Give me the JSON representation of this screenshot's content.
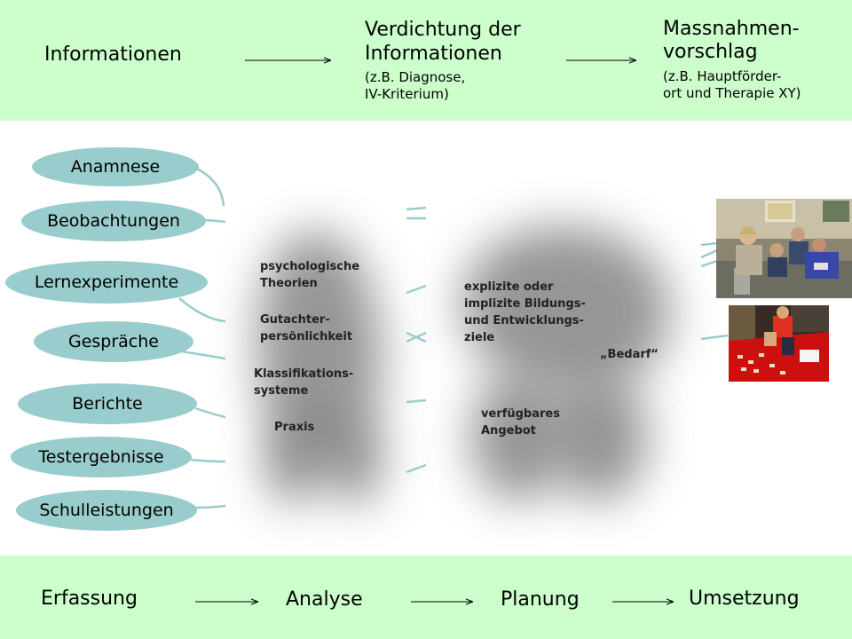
{
  "header": {
    "informationen": "Informationen",
    "verdichtung_line1": "Verdichtung der",
    "verdichtung_line2": "Informationen",
    "verdichtung_sub1": "(z.B. Diagnose,",
    "verdichtung_sub2": "IV-Kriterium)",
    "massnahmen_line1": "Massnahmen-",
    "massnahmen_line2": "vorschlag",
    "massnahmen_sub1": "(z.B. Hauptförder-",
    "massnahmen_sub2": "ort und Therapie XY)"
  },
  "sources": [
    "Anamnese",
    "Beobachtungen",
    "Lernexperimente",
    "Gespräche",
    "Berichte",
    "Testergebnisse",
    "Schulleistungen"
  ],
  "analysis_cloud": {
    "psych_line1": "psychologische",
    "psych_line2": "Theorien",
    "gutachter_line1": "Gutachter-",
    "gutachter_line2": "persönlichkeit",
    "klass_line1": "Klassifikations-",
    "klass_line2": "systeme",
    "praxis": "Praxis"
  },
  "planning_cloud": {
    "ziele_line1": "explizite oder",
    "ziele_line2": "implizite Bildungs-",
    "ziele_line3": "und Entwicklungs-",
    "ziele_line4": "ziele",
    "bedarf": "„Bedarf“",
    "angebot_line1": "verfügbares",
    "angebot_line2": "Angebot"
  },
  "footer": {
    "erfassung": "Erfassung",
    "analyse": "Analyse",
    "planung": "Planung",
    "umsetzung": "Umsetzung"
  },
  "colors": {
    "band": "#ccffcc",
    "ellipse": "#99cccc",
    "connector": "#99cccc"
  }
}
